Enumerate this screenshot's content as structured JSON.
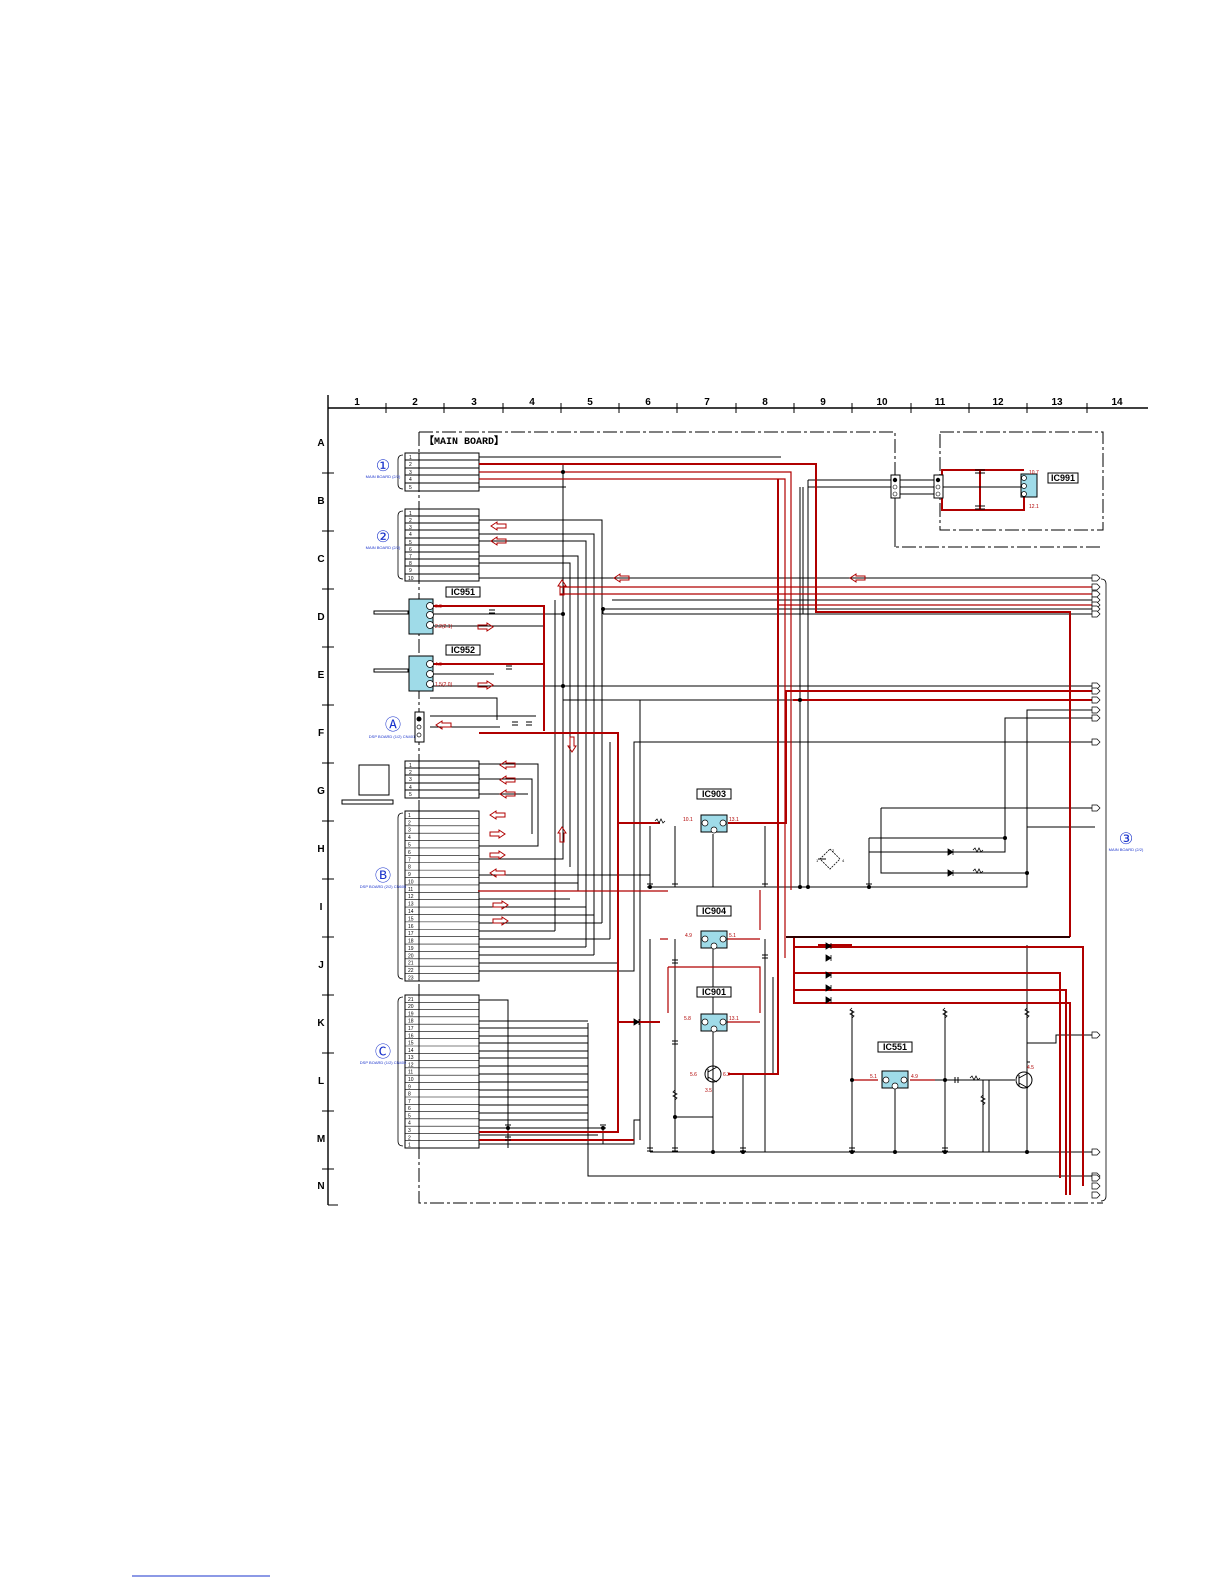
{
  "grid": {
    "columns": [
      "1",
      "2",
      "3",
      "4",
      "5",
      "6",
      "7",
      "8",
      "9",
      "10",
      "11",
      "12",
      "13",
      "14"
    ],
    "rows": [
      "A",
      "B",
      "C",
      "D",
      "E",
      "F",
      "G",
      "H",
      "I",
      "J",
      "K",
      "L",
      "M",
      "N"
    ]
  },
  "board_title": "【MAIN BOARD】",
  "connectors": [
    {
      "id": "1",
      "mark": "①",
      "text": "MAIN BOARD (2/2)",
      "pins": [
        "1",
        "2",
        "3",
        "4",
        "5"
      ]
    },
    {
      "id": "2",
      "mark": "②",
      "text": "MAIN BOARD (2/2)",
      "pins": [
        "1",
        "2",
        "3",
        "4",
        "5",
        "6",
        "7",
        "8",
        "9",
        "10"
      ]
    },
    {
      "id": "A",
      "mark": "Ⓐ",
      "text": "DSP BOARD (1/2) CN401"
    },
    {
      "id": "B",
      "mark": "Ⓑ",
      "text": "DSP BOARD (2/2) CN605",
      "pins": [
        "1",
        "2",
        "3",
        "4",
        "5",
        "6",
        "7",
        "8",
        "9",
        "10",
        "11",
        "12",
        "13",
        "14",
        "15",
        "16",
        "17",
        "18",
        "19",
        "20",
        "21",
        "22",
        "23"
      ]
    },
    {
      "id": "C",
      "mark": "Ⓒ",
      "text": "DSP BOARD (1/2) CN402",
      "pins": [
        "21",
        "20",
        "19",
        "18",
        "17",
        "16",
        "15",
        "14",
        "13",
        "12",
        "11",
        "10",
        "9",
        "8",
        "7",
        "6",
        "5",
        "4",
        "3",
        "2",
        "1"
      ]
    },
    {
      "id": "3",
      "mark": "③",
      "text": "MAIN BOARD (2/2)"
    }
  ],
  "g_connector_pins": [
    "1",
    "2",
    "3",
    "4",
    "5"
  ],
  "ics": [
    "IC951",
    "IC952",
    "IC903",
    "IC904",
    "IC901",
    "IC991",
    "IC551"
  ],
  "voltages": {
    "ic951_1": "6.9",
    "ic951_3": "2.2(2.1)",
    "ic952_1": "4.9",
    "ic952_3": "1.5(2.0)",
    "ic903_in": "10.1",
    "ic903_out": "13.1",
    "ic904_in": "4.9",
    "ic904_out": "5.1",
    "ic901_in": "5.8",
    "ic901_out": "13.1",
    "q_l1": "5.6",
    "q_l2": "6.2",
    "q_l3": "3.5",
    "ic991_1": "10.7",
    "ic991_3": "12.1",
    "ic551_in": "5.1",
    "ic551_out": "4.9",
    "q551": "4.5"
  },
  "colors": {
    "trace": "#000000",
    "power": "#b00000",
    "ic_fill": "#9fdbe8",
    "label_blue": "#1a33cc"
  }
}
